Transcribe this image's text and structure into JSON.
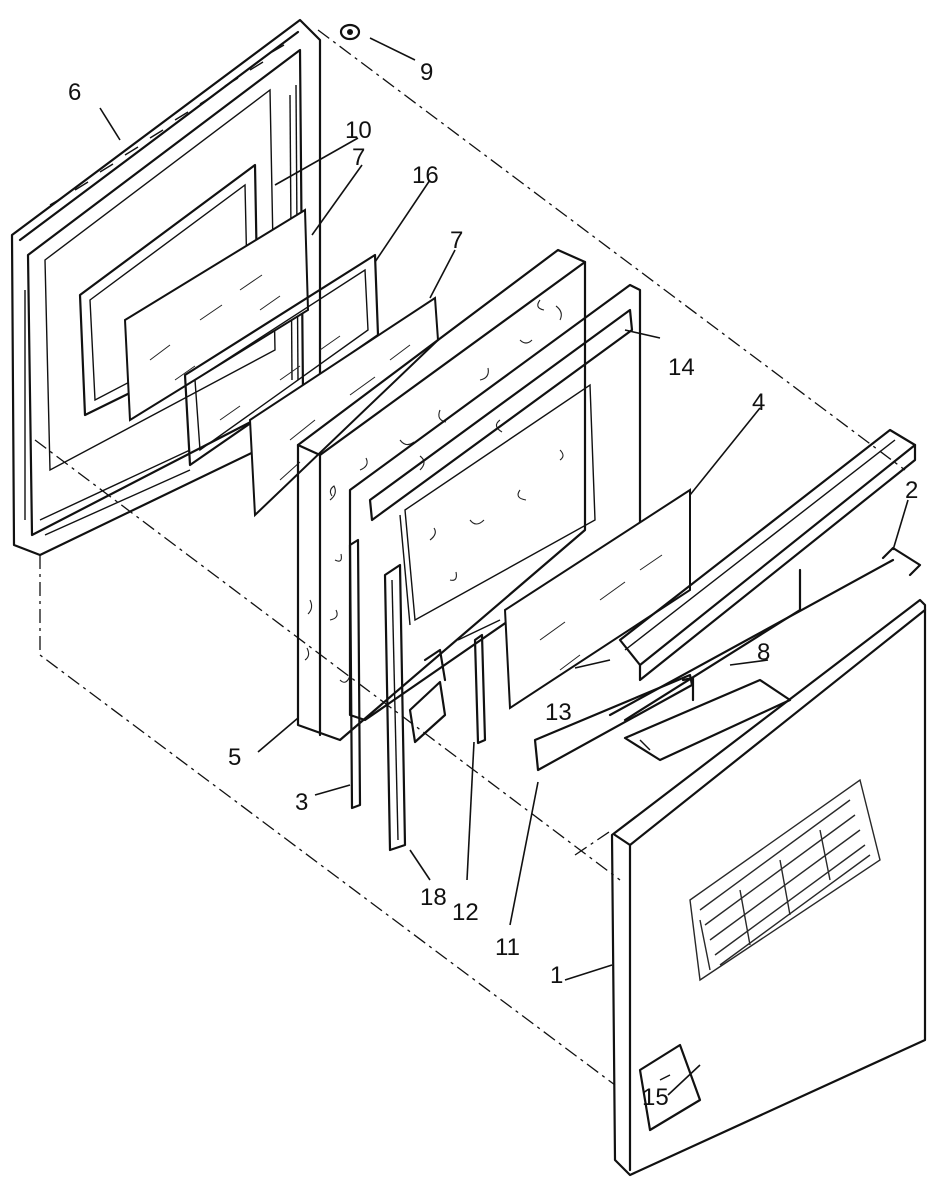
{
  "callouts": [
    {
      "id": "c1",
      "label": "1"
    },
    {
      "id": "c2",
      "label": "2"
    },
    {
      "id": "c3",
      "label": "3"
    },
    {
      "id": "c4",
      "label": "4"
    },
    {
      "id": "c5",
      "label": "5"
    },
    {
      "id": "c6",
      "label": "6"
    },
    {
      "id": "c7a",
      "label": "7"
    },
    {
      "id": "c7b",
      "label": "7"
    },
    {
      "id": "c8",
      "label": "8"
    },
    {
      "id": "c9",
      "label": "9"
    },
    {
      "id": "c10",
      "label": "10"
    },
    {
      "id": "c11",
      "label": "11"
    },
    {
      "id": "c12",
      "label": "12"
    },
    {
      "id": "c13",
      "label": "13"
    },
    {
      "id": "c14",
      "label": "14"
    },
    {
      "id": "c15",
      "label": "15"
    },
    {
      "id": "c16",
      "label": "16"
    },
    {
      "id": "c18",
      "label": "18"
    }
  ]
}
